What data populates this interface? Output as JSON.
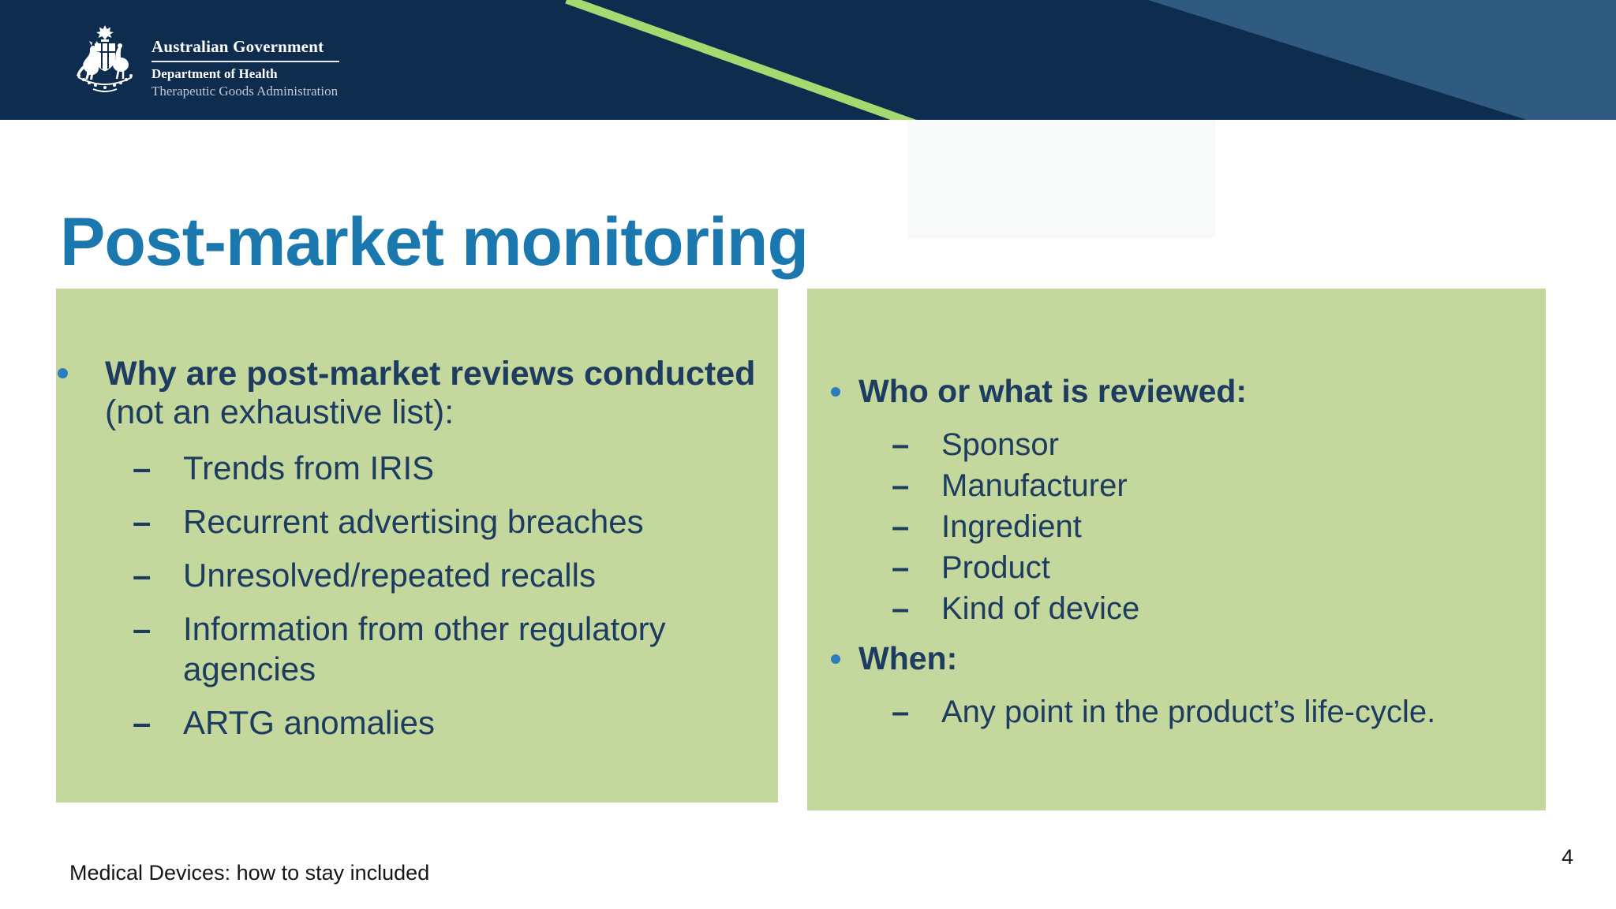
{
  "header": {
    "branding": {
      "government": "Australian Government",
      "department": "Department of Health",
      "agency": "Therapeutic Goods Administration",
      "emblem": "australian-coat-of-arms"
    },
    "colors": {
      "band_navy": "#0e2c4e",
      "corner_blue": "#2f5b80",
      "accent_green": "#a6d96f"
    }
  },
  "title": {
    "text": "Post-market monitoring",
    "color": "#1b78ae"
  },
  "markers": {
    "dash": "–"
  },
  "left_box": {
    "bg": "#c4d79d",
    "heading_bold": "Why are post-market reviews conducted",
    "heading_tail": "(not an exhaustive list):",
    "items": [
      "Trends from IRIS",
      "Recurrent advertising breaches",
      "Unresolved/repeated recalls",
      "Information from other regulatory agencies",
      "ARTG anomalies"
    ]
  },
  "right_box": {
    "bg": "#c4d79d",
    "heading1": "Who or what is reviewed:",
    "items1": [
      "Sponsor",
      "Manufacturer",
      "Ingredient",
      "Product",
      "Kind of device"
    ],
    "heading2": "When:",
    "items2": [
      "Any point in the product’s life-cycle."
    ]
  },
  "footer": {
    "left_text": "Medical Devices: how to stay included",
    "page_number": "4"
  }
}
